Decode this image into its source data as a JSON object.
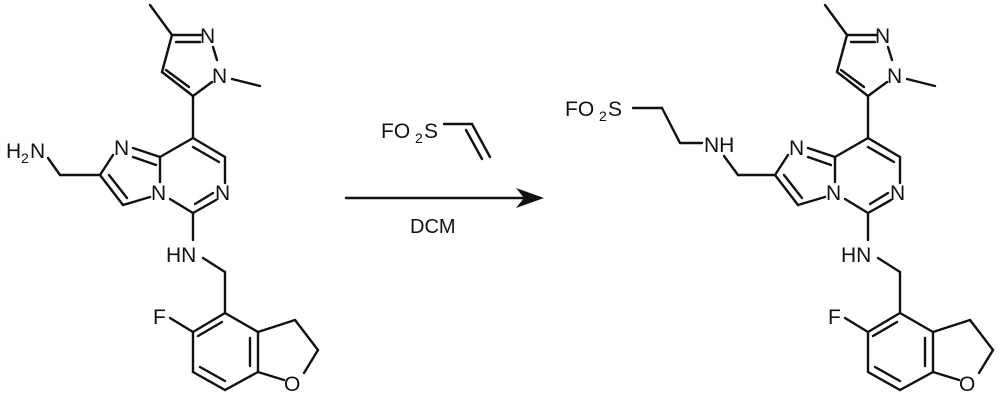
{
  "reaction": {
    "reactant": {
      "name": "starting-amine",
      "labels": {
        "amine": "H",
        "amine_sub": "2",
        "amine_n": "N",
        "pyrazole_n2": "N",
        "pyrazole_n1": "N",
        "imidazole_n": "N",
        "bridge_n": "N",
        "pyrimidine_n": "N",
        "anilino_nh": "HN",
        "fluoro": "F",
        "furan_o": "O"
      }
    },
    "reagent": {
      "above_arrow": {
        "f": "FO",
        "sub": "2",
        "s": "S"
      },
      "below_arrow": "DCM"
    },
    "product": {
      "name": "sulfonyl-fluoride-adduct",
      "labels": {
        "sulfonyl_f": "FO",
        "sulfonyl_sub": "2",
        "sulfonyl_s": "S",
        "linker_nh": "NH",
        "pyrazole_n2": "N",
        "pyrazole_n1": "N",
        "imidazole_n": "N",
        "bridge_n": "N",
        "pyrimidine_n": "N",
        "anilino_nh": "HN",
        "fluoro": "F",
        "furan_o": "O"
      }
    }
  },
  "colors": {
    "ink": "#111111",
    "background": "#ffffff"
  }
}
